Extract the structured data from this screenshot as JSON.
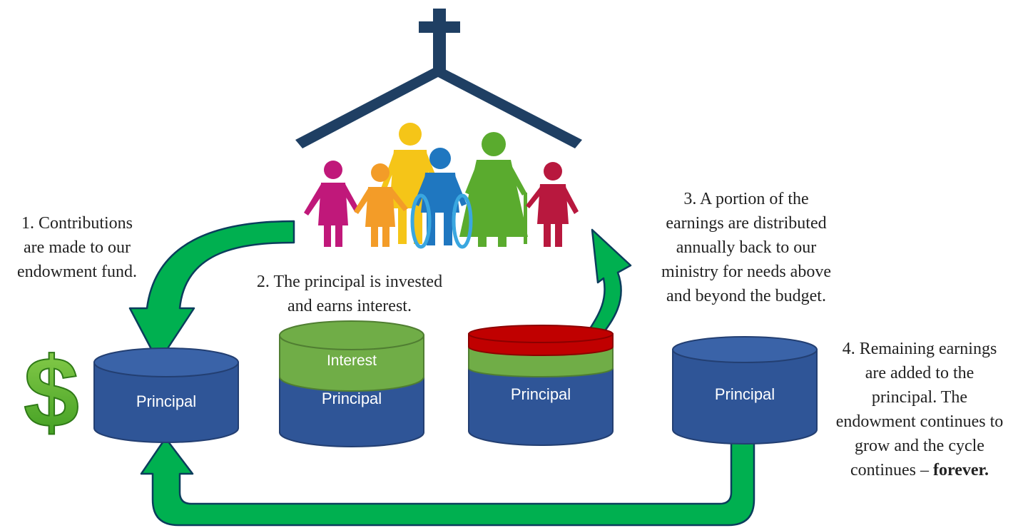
{
  "steps": {
    "step1": {
      "lines": [
        "1. Contributions",
        "are made to our",
        "endowment fund."
      ]
    },
    "step2": {
      "lines": [
        "2. The principal is invested",
        "and earns interest."
      ]
    },
    "step3": {
      "lines": [
        "3. A portion of the",
        "earnings are distributed",
        "annually back to our",
        "ministry for needs above",
        "and beyond the budget."
      ]
    },
    "step4": {
      "lines": [
        "4. Remaining earnings",
        "are added to the",
        "principal. The",
        "endowment continues to",
        "grow and the cycle"
      ],
      "last_line_prefix": "continues – ",
      "last_line_bold": "forever."
    }
  },
  "cylinders": {
    "c1": {
      "label": "Principal"
    },
    "c2": {
      "label": "Principal",
      "top_label": "Interest"
    },
    "c3": {
      "label": "Principal"
    },
    "c4": {
      "label": "Principal"
    }
  },
  "icons": {
    "dollar": "$",
    "church": "cross-roof-icon",
    "people": "congregation-figures-icon"
  },
  "colors": {
    "principal": "#2f5597",
    "principal_top": "#3a63a8",
    "interest": "#70ad47",
    "earnings": "#c00000",
    "arrow": "#00b050",
    "arrow_outline": "#0b3d5c",
    "roof": "#1f3f63",
    "dollar": "#5cb335"
  }
}
